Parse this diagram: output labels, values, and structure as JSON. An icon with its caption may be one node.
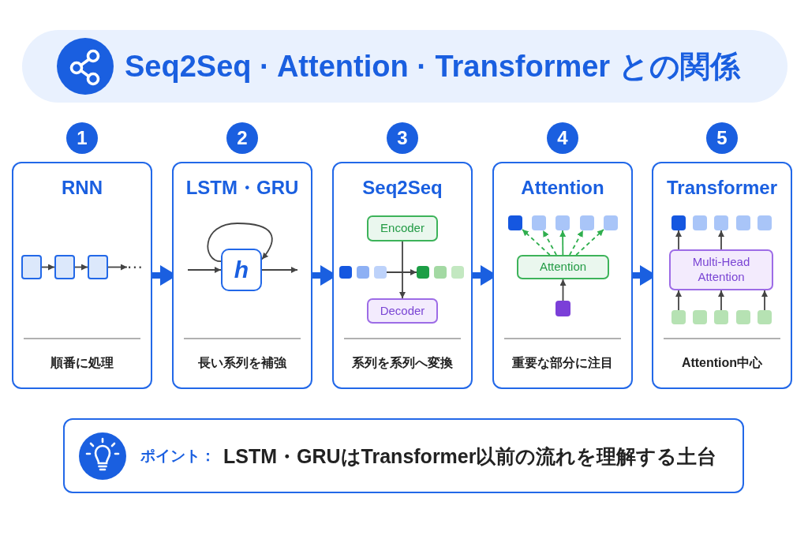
{
  "diagram": {
    "title": "Seq2Seq · Attention · Transformer との関係",
    "nodes": [
      {
        "text": [
          "RNN",
          "順番に処理"
        ],
        "beside": [
          "1"
        ]
      },
      {
        "text": [],
        "shape": "box",
        "in": 0
      },
      {
        "text": [],
        "shape": "box",
        "in": 0
      },
      {
        "text": [],
        "shape": "box",
        "in": 0
      },
      {
        "text": [
          "⋯"
        ],
        "in": 0
      },
      {
        "text": [
          "LSTM・GRU",
          "長い系列を補強"
        ],
        "beside": [
          "2"
        ]
      },
      {
        "text": [
          "h"
        ],
        "in": 5
      },
      {
        "text": [
          "Seq2Seq",
          "系列を系列へ変換"
        ],
        "beside": [
          "3"
        ]
      },
      {
        "text": [
          "Encoder"
        ],
        "in": 7
      },
      {
        "text": [],
        "shape": "box",
        "in": 7
      },
      {
        "text": [],
        "shape": "box",
        "in": 7
      },
      {
        "text": [],
        "shape": "box",
        "in": 7
      },
      {
        "text": [],
        "shape": "box",
        "in": 7
      },
      {
        "text": [],
        "shape": "box",
        "in": 7
      },
      {
        "text": [],
        "shape": "box",
        "in": 7
      },
      {
        "text": [
          "Decoder"
        ],
        "in": 7
      },
      {
        "text": [
          "Attention",
          "重要な部分に注目"
        ],
        "beside": [
          "4"
        ]
      },
      {
        "text": [],
        "shape": "box",
        "in": 16
      },
      {
        "text": [],
        "shape": "box",
        "in": 16
      },
      {
        "text": [],
        "shape": "box",
        "in": 16
      },
      {
        "text": [],
        "shape": "box",
        "in": 16
      },
      {
        "text": [],
        "shape": "box",
        "in": 16
      },
      {
        "text": [
          "Attention"
        ],
        "in": 16
      },
      {
        "text": [],
        "shape": "box",
        "in": 16
      },
      {
        "text": [
          "Transformer",
          "Attention中心"
        ],
        "beside": [
          "5"
        ]
      },
      {
        "text": [],
        "shape": "box",
        "in": 24
      },
      {
        "text": [],
        "shape": "box",
        "in": 24
      },
      {
        "text": [],
        "shape": "box",
        "in": 24
      },
      {
        "text": [],
        "shape": "box",
        "in": 24
      },
      {
        "text": [],
        "shape": "box",
        "in": 24
      },
      {
        "text": [
          "Multi-Head Attention"
        ],
        "in": 24
      },
      {
        "text": [],
        "shape": "box",
        "in": 24
      },
      {
        "text": [],
        "shape": "box",
        "in": 24
      },
      {
        "text": [],
        "shape": "box",
        "in": 24
      },
      {
        "text": [],
        "shape": "box",
        "in": 24
      },
      {
        "text": [],
        "shape": "box",
        "in": 24
      },
      {
        "text": [
          "ポイント：",
          "LSTM・GRUはTransformer以前の流れを理解する土台"
        ]
      }
    ],
    "edges": [
      {
        "from": 1,
        "to": 2,
        "arrow": "to"
      },
      {
        "from": 2,
        "to": 3,
        "arrow": "to"
      },
      {
        "from": 3,
        "to": 4,
        "arrow": "to"
      },
      {
        "from": 0,
        "to": 5,
        "arrow": "to",
        "style": "thick",
        "color": "#1a5fe0"
      },
      {
        "from": null,
        "to": 6,
        "arrow": "to"
      },
      {
        "from": 6,
        "to": 6,
        "arrow": "to"
      },
      {
        "from": 6,
        "to": null,
        "arrow": "to"
      },
      {
        "from": 5,
        "to": 7,
        "arrow": "to",
        "style": "thick",
        "color": "#1a5fe0"
      },
      {
        "from": 8,
        "to": 15,
        "arrow": "to"
      },
      {
        "from": 11,
        "to": 12,
        "arrow": "to"
      },
      {
        "from": 7,
        "to": 16,
        "arrow": "to",
        "style": "thick",
        "color": "#1a5fe0"
      },
      {
        "from": 22,
        "to": 17,
        "arrow": "to",
        "style": "dashed",
        "color": "#2fae4e"
      },
      {
        "from": 22,
        "to": 18,
        "arrow": "to",
        "style": "dashed",
        "color": "#2fae4e"
      },
      {
        "from": 22,
        "to": 19,
        "arrow": "to",
        "color": "#2fae4e"
      },
      {
        "from": 22,
        "to": 20,
        "arrow": "to",
        "style": "dashed",
        "color": "#2fae4e"
      },
      {
        "from": 22,
        "to": 21,
        "arrow": "to",
        "style": "dashed",
        "color": "#2fae4e"
      },
      {
        "from": 23,
        "to": 22,
        "arrow": "to"
      },
      {
        "from": 16,
        "to": 24,
        "arrow": "to",
        "style": "thick",
        "color": "#1a5fe0"
      },
      {
        "from": 30,
        "to": 25,
        "arrow": "to"
      },
      {
        "from": 30,
        "to": 27,
        "arrow": "to"
      },
      {
        "from": 31,
        "to": 30,
        "arrow": "to"
      },
      {
        "from": 33,
        "to": 30,
        "arrow": "to"
      },
      {
        "from": 35,
        "to": 30,
        "arrow": "to"
      }
    ]
  }
}
